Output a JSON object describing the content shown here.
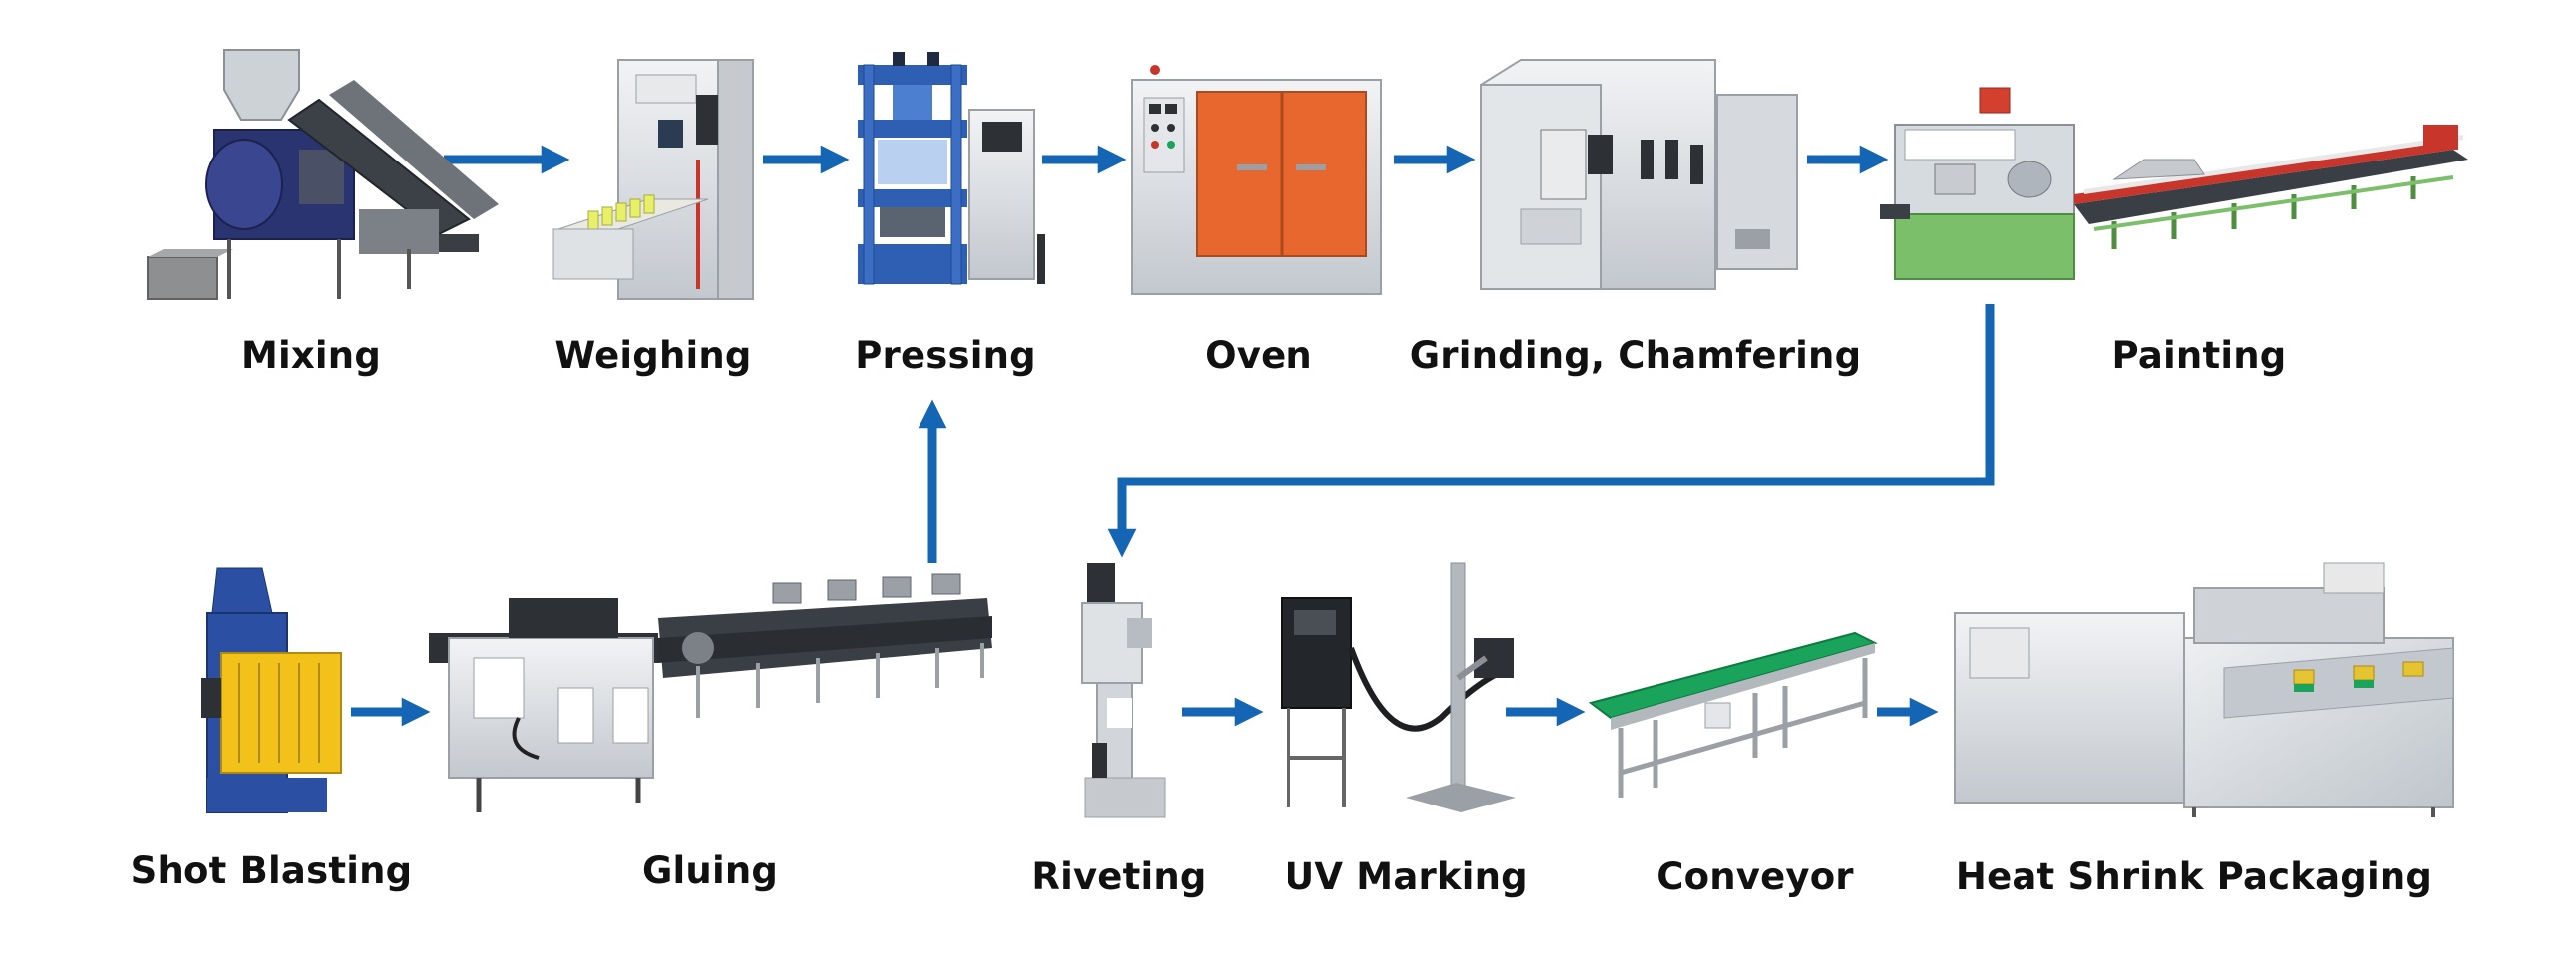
{
  "colors": {
    "arrow": "#1565b5",
    "steel_light": "#d9dde1",
    "steel_mid": "#a9b0b8",
    "steel_dark": "#5d646c",
    "machine_blue": "#2f5fb3",
    "oven_orange": "#e8672e",
    "painting_green": "#7bbf6a",
    "belt_green": "#1aa35a",
    "blasting_yellow": "#f2c21a",
    "blasting_blue": "#2a4fa3",
    "belt_dark": "#3a3f45",
    "red_accent": "#c7352b"
  },
  "stations": [
    {
      "id": "mixing",
      "label": "Mixing"
    },
    {
      "id": "weighing",
      "label": "Weighing"
    },
    {
      "id": "pressing",
      "label": "Pressing"
    },
    {
      "id": "oven",
      "label": "Oven"
    },
    {
      "id": "grinding",
      "label": "Grinding, Chamfering"
    },
    {
      "id": "painting",
      "label": "Painting"
    },
    {
      "id": "shot-blasting",
      "label": "Shot Blasting"
    },
    {
      "id": "gluing",
      "label": "Gluing"
    },
    {
      "id": "riveting",
      "label": "Riveting"
    },
    {
      "id": "uv-marking",
      "label": "UV Marking"
    },
    {
      "id": "conveyor",
      "label": "Conveyor"
    },
    {
      "id": "heat-shrink",
      "label": "Heat Shrink Packaging"
    }
  ],
  "flow": [
    [
      "Mixing",
      "Weighing"
    ],
    [
      "Weighing",
      "Pressing"
    ],
    [
      "Pressing",
      "Oven"
    ],
    [
      "Oven",
      "Grinding, Chamfering"
    ],
    [
      "Grinding, Chamfering",
      "Painting"
    ],
    [
      "Painting",
      "Riveting"
    ],
    [
      "Riveting",
      "UV Marking"
    ],
    [
      "UV Marking",
      "Conveyor"
    ],
    [
      "Conveyor",
      "Heat Shrink Packaging"
    ],
    [
      "Shot Blasting",
      "Gluing"
    ],
    [
      "Gluing",
      "Pressing"
    ]
  ]
}
